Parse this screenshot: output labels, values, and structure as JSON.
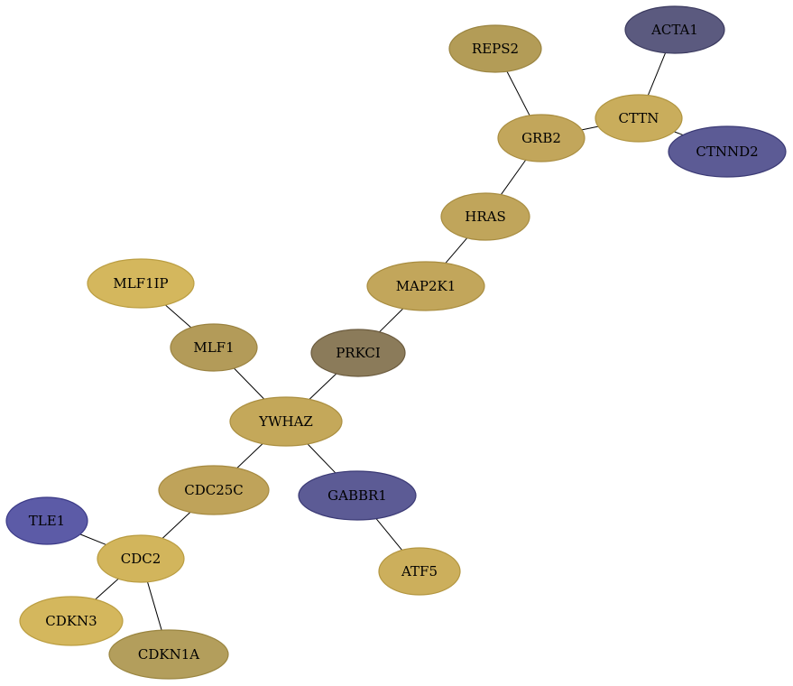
{
  "nodes": [
    {
      "id": "ACTA1",
      "label": "ACTA1",
      "fill": "#5b5a7f",
      "stroke": "#3b3a5f"
    },
    {
      "id": "REPS2",
      "label": "REPS2",
      "fill": "#b39c57",
      "stroke": "#9a8440"
    },
    {
      "id": "CTTN",
      "label": "CTTN",
      "fill": "#c9ad5c",
      "stroke": "#b0943f"
    },
    {
      "id": "GRB2",
      "label": "GRB2",
      "fill": "#c2a65b",
      "stroke": "#a98d40"
    },
    {
      "id": "CTNND2",
      "label": "CTNND2",
      "fill": "#5c5b95",
      "stroke": "#3b3a75"
    },
    {
      "id": "HRAS",
      "label": "HRAS",
      "fill": "#c0a55b",
      "stroke": "#a78c40"
    },
    {
      "id": "MAP2K1",
      "label": "MAP2K1",
      "fill": "#c2a65b",
      "stroke": "#a98d40"
    },
    {
      "id": "MLF1IP",
      "label": "MLF1IP",
      "fill": "#d4b75d",
      "stroke": "#bb9e42"
    },
    {
      "id": "MLF1",
      "label": "MLF1",
      "fill": "#b39b59",
      "stroke": "#9a8240"
    },
    {
      "id": "PRKCI",
      "label": "PRKCI",
      "fill": "#8b7b5a",
      "stroke": "#6b5b3e"
    },
    {
      "id": "YWHAZ",
      "label": "YWHAZ",
      "fill": "#c4a85a",
      "stroke": "#ab8f40"
    },
    {
      "id": "CDC25C",
      "label": "CDC25C",
      "fill": "#bfa35a",
      "stroke": "#a68a40"
    },
    {
      "id": "GABBR1",
      "label": "GABBR1",
      "fill": "#5c5b95",
      "stroke": "#3b3a75"
    },
    {
      "id": "TLE1",
      "label": "TLE1",
      "fill": "#5c5ba7",
      "stroke": "#3b3a87"
    },
    {
      "id": "CDC2",
      "label": "CDC2",
      "fill": "#d2b55c",
      "stroke": "#b99c40"
    },
    {
      "id": "ATF5",
      "label": "ATF5",
      "fill": "#ccaf5c",
      "stroke": "#b39640"
    },
    {
      "id": "CDKN3",
      "label": "CDKN3",
      "fill": "#d4b75d",
      "stroke": "#bb9e42"
    },
    {
      "id": "CDKN1A",
      "label": "CDKN1A",
      "fill": "#b39e5c",
      "stroke": "#9a8540"
    }
  ],
  "edges": [
    [
      "ACTA1",
      "CTTN"
    ],
    [
      "REPS2",
      "GRB2"
    ],
    [
      "GRB2",
      "CTTN"
    ],
    [
      "CTTN",
      "CTNND2"
    ],
    [
      "GRB2",
      "HRAS"
    ],
    [
      "HRAS",
      "MAP2K1"
    ],
    [
      "MAP2K1",
      "PRKCI"
    ],
    [
      "PRKCI",
      "YWHAZ"
    ],
    [
      "MLF1IP",
      "MLF1"
    ],
    [
      "MLF1",
      "YWHAZ"
    ],
    [
      "YWHAZ",
      "CDC25C"
    ],
    [
      "YWHAZ",
      "GABBR1"
    ],
    [
      "GABBR1",
      "ATF5"
    ],
    [
      "CDC25C",
      "CDC2"
    ],
    [
      "TLE1",
      "CDC2"
    ],
    [
      "CDC2",
      "CDKN3"
    ],
    [
      "CDC2",
      "CDKN1A"
    ]
  ]
}
